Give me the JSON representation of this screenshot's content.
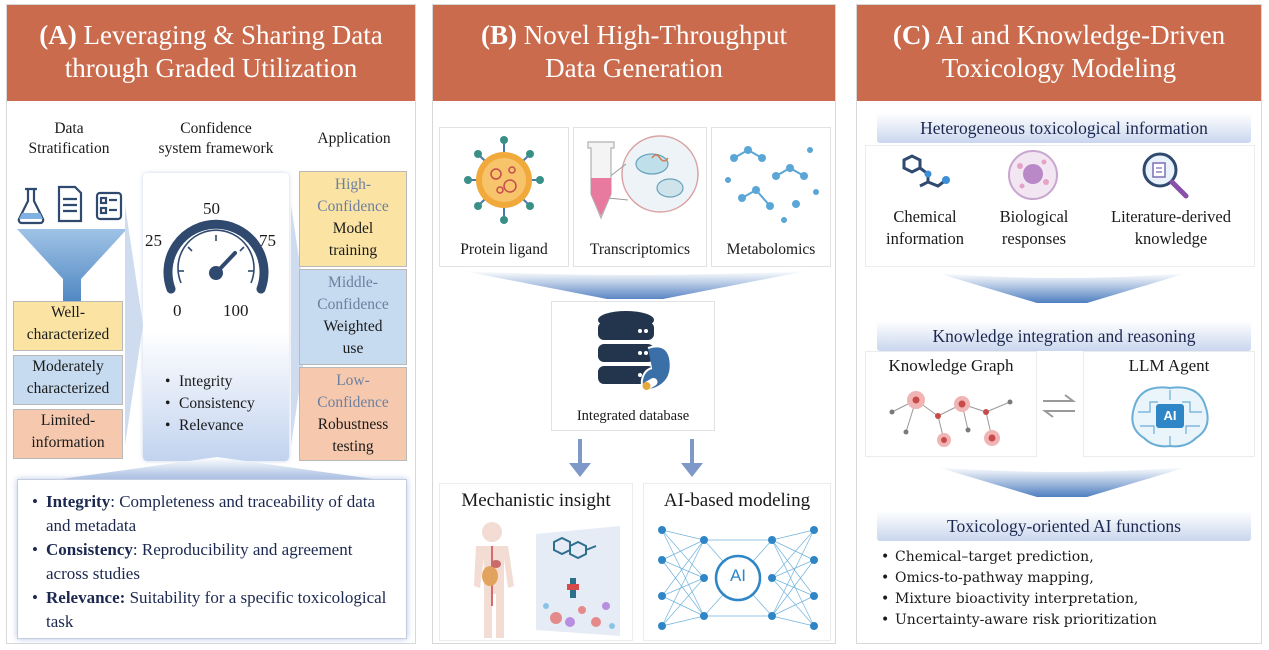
{
  "panel_a": {
    "letter": "(A)",
    "title_line1": "Leveraging & Sharing Data",
    "title_line2": "through Graded Utilization",
    "col1_line1": "Data",
    "col1_line2": "Stratification",
    "col2_line1": "Confidence",
    "col2_line2": "system framework",
    "col3": "Application",
    "strata": [
      {
        "line1": "Well-",
        "line2": "characterized"
      },
      {
        "line1": "Moderately",
        "line2": "characterized"
      },
      {
        "line1": "Limited-",
        "line2": "information"
      }
    ],
    "gauge": {
      "t0": "0",
      "t25": "25",
      "t50": "50",
      "t75": "75",
      "t100": "100"
    },
    "criteria": [
      "Integrity",
      "Consistency",
      "Relevance"
    ],
    "applications": [
      {
        "conf1": "High-",
        "conf2": "Confidence",
        "use1": "Model",
        "use2": "training"
      },
      {
        "conf1": "Middle-",
        "conf2": "Confidence",
        "use1": "Weighted",
        "use2": "use"
      },
      {
        "conf1": "Low-",
        "conf2": "Confidence",
        "use1": "Robustness",
        "use2": "testing"
      }
    ],
    "definitions": [
      {
        "term": "Integrity",
        "sep": ": ",
        "text": "Completeness and traceability of data and metadata"
      },
      {
        "term": "Consistency",
        "sep": ": ",
        "text": "Reproducibility and agreement across studies"
      },
      {
        "term": "Relevance:",
        "sep": " ",
        "text": "Suitability for a specific toxicological task"
      }
    ]
  },
  "panel_b": {
    "letter": "(B)",
    "title_line1": "Novel High-Throughput",
    "title_line2": "Data Generation",
    "sources": [
      "Protein ligand",
      "Transcriptomics",
      "Metabolomics"
    ],
    "database": "Integrated database",
    "outputs": [
      "Mechanistic insight",
      "AI-based modeling"
    ],
    "ai_label": "AI"
  },
  "panel_c": {
    "letter": "(C)",
    "title_line1": "AI and Knowledge-Driven",
    "title_line2": "Toxicology Modeling",
    "sec1": "Heterogeneous toxicological information",
    "info": [
      {
        "line1": "Chemical",
        "line2": "information"
      },
      {
        "line1": "Biological",
        "line2": "responses"
      },
      {
        "line1": "Literature-derived",
        "line2": "knowledge"
      }
    ],
    "sec2": "Knowledge integration and reasoning",
    "kg": "Knowledge Graph",
    "llm": "LLM Agent",
    "llm_ai": "AI",
    "sec3": "Toxicology-oriented AI functions",
    "functions": [
      "Chemical–target prediction,",
      "Omics-to-pathway mapping,",
      "Mixture bioactivity interpretation,",
      "Uncertainty-aware risk prioritization"
    ]
  },
  "colors": {
    "header": "#c96b4c",
    "high": "#fbe4a3",
    "middle": "#c6dbef",
    "low": "#f6c9ae",
    "gauge": "#2f4a6e"
  }
}
